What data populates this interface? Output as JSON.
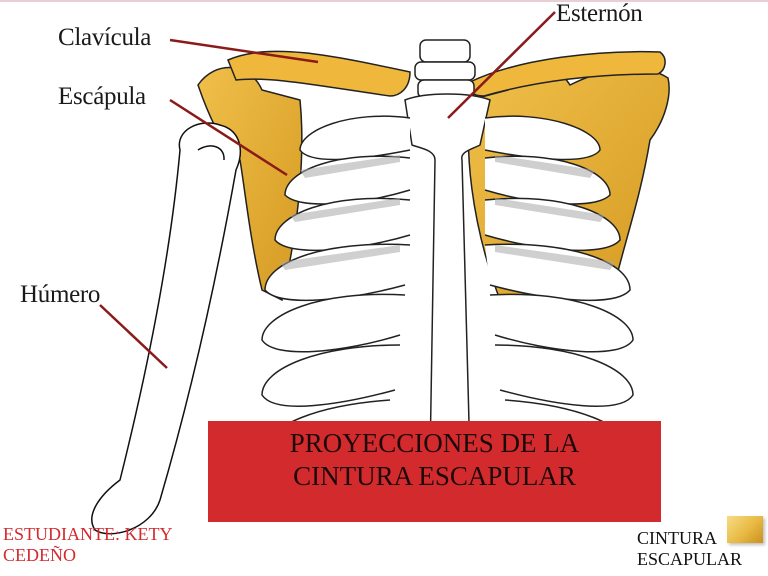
{
  "slide": {
    "title_lines": [
      "PROYECCIONES DE LA",
      "CINTURA ESCAPULAR"
    ],
    "title_box_color": "#d32a2e",
    "student_lines": [
      "ESTUDIANTE: KETY",
      "CEDEÑO"
    ],
    "student_color": "#d32a2e",
    "subject_lines": [
      "CINTURA",
      "ESCAPULAR"
    ]
  },
  "illustration": {
    "labels": {
      "clavicula": "Clavícula",
      "escapula": "Escápula",
      "humero": "Húmero",
      "esternon": "Esternón"
    },
    "bone_highlight_color": "#e8b13a",
    "pointer_color": "#8b1a1a"
  }
}
